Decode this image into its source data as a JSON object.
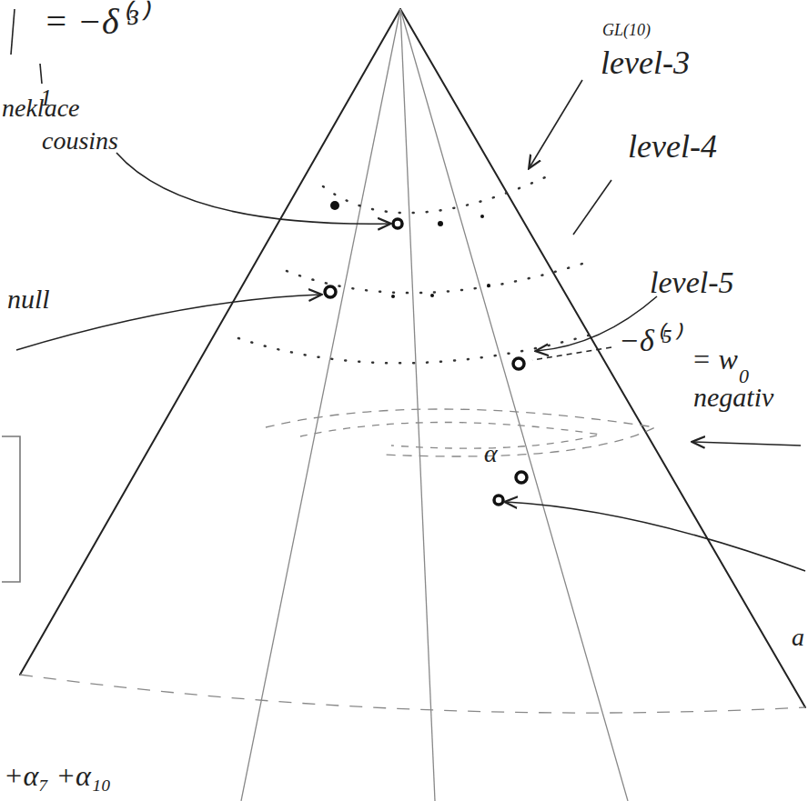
{
  "diagram": {
    "labels": [
      "GL(10)",
      "level-3",
      "level-4",
      "level-5",
      "= −δ⁽³⁾",
      "1",
      "neklace",
      "cousins",
      "null",
      "−δ⁽⁵⁾",
      "= w",
      "0",
      "negativ",
      "α",
      "a",
      "+α₇ +α₁₀"
    ]
  }
}
